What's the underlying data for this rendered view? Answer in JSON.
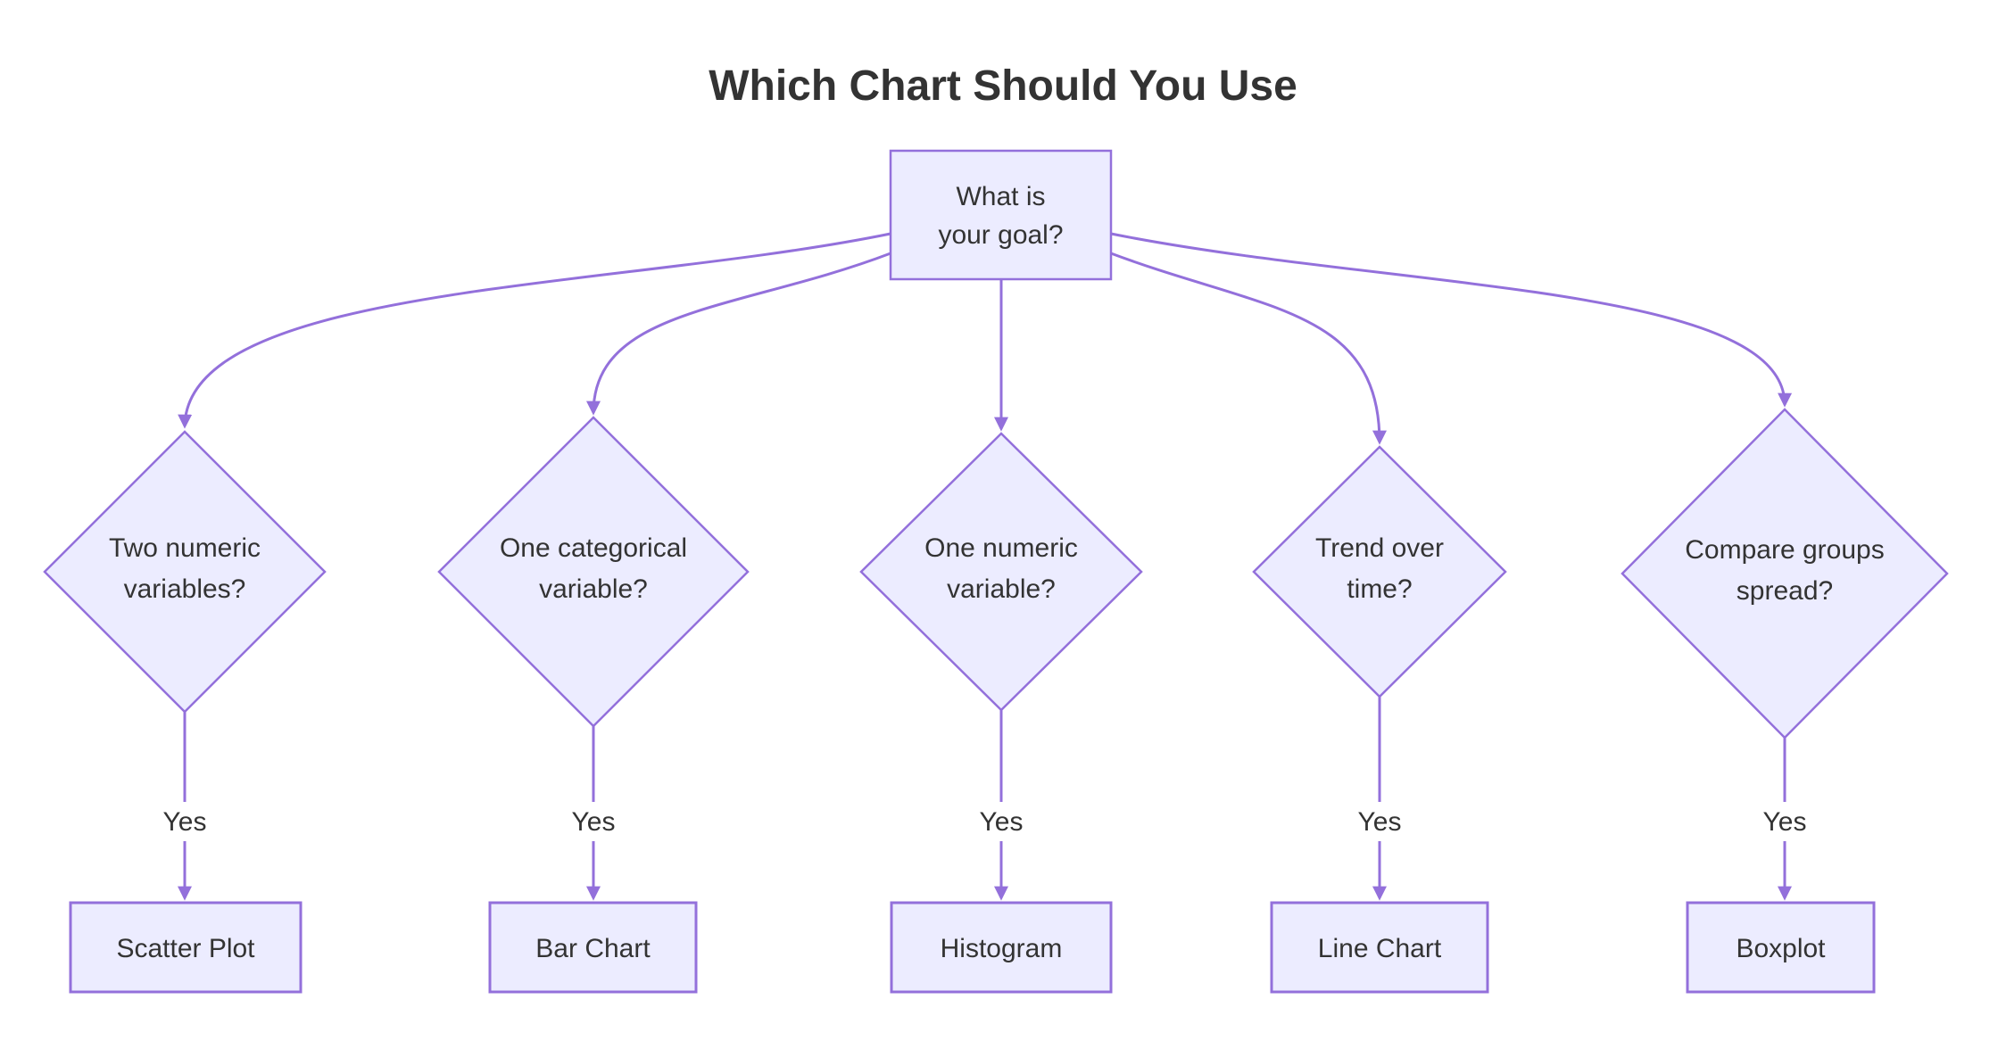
{
  "diagram": {
    "title": "Which Chart Should You Use",
    "root": {
      "label_line1": "What is",
      "label_line2": "your goal?"
    },
    "branches": [
      {
        "question_line1": "Two numeric",
        "question_line2": "variables?",
        "edge_label": "Yes",
        "result": "Scatter Plot"
      },
      {
        "question_line1": "One categorical",
        "question_line2": "variable?",
        "edge_label": "Yes",
        "result": "Bar Chart"
      },
      {
        "question_line1": "One numeric",
        "question_line2": "variable?",
        "edge_label": "Yes",
        "result": "Histogram"
      },
      {
        "question_line1": "Trend over",
        "question_line2": "time?",
        "edge_label": "Yes",
        "result": "Line Chart"
      },
      {
        "question_line1": "Compare groups",
        "question_line2": "spread?",
        "edge_label": "Yes",
        "result": "Boxplot"
      }
    ],
    "colors": {
      "node_fill": "#ECECFF",
      "node_border": "#9370DB",
      "edge_stroke": "#9370DB",
      "text": "#333333",
      "background": "#FFFFFF"
    }
  }
}
